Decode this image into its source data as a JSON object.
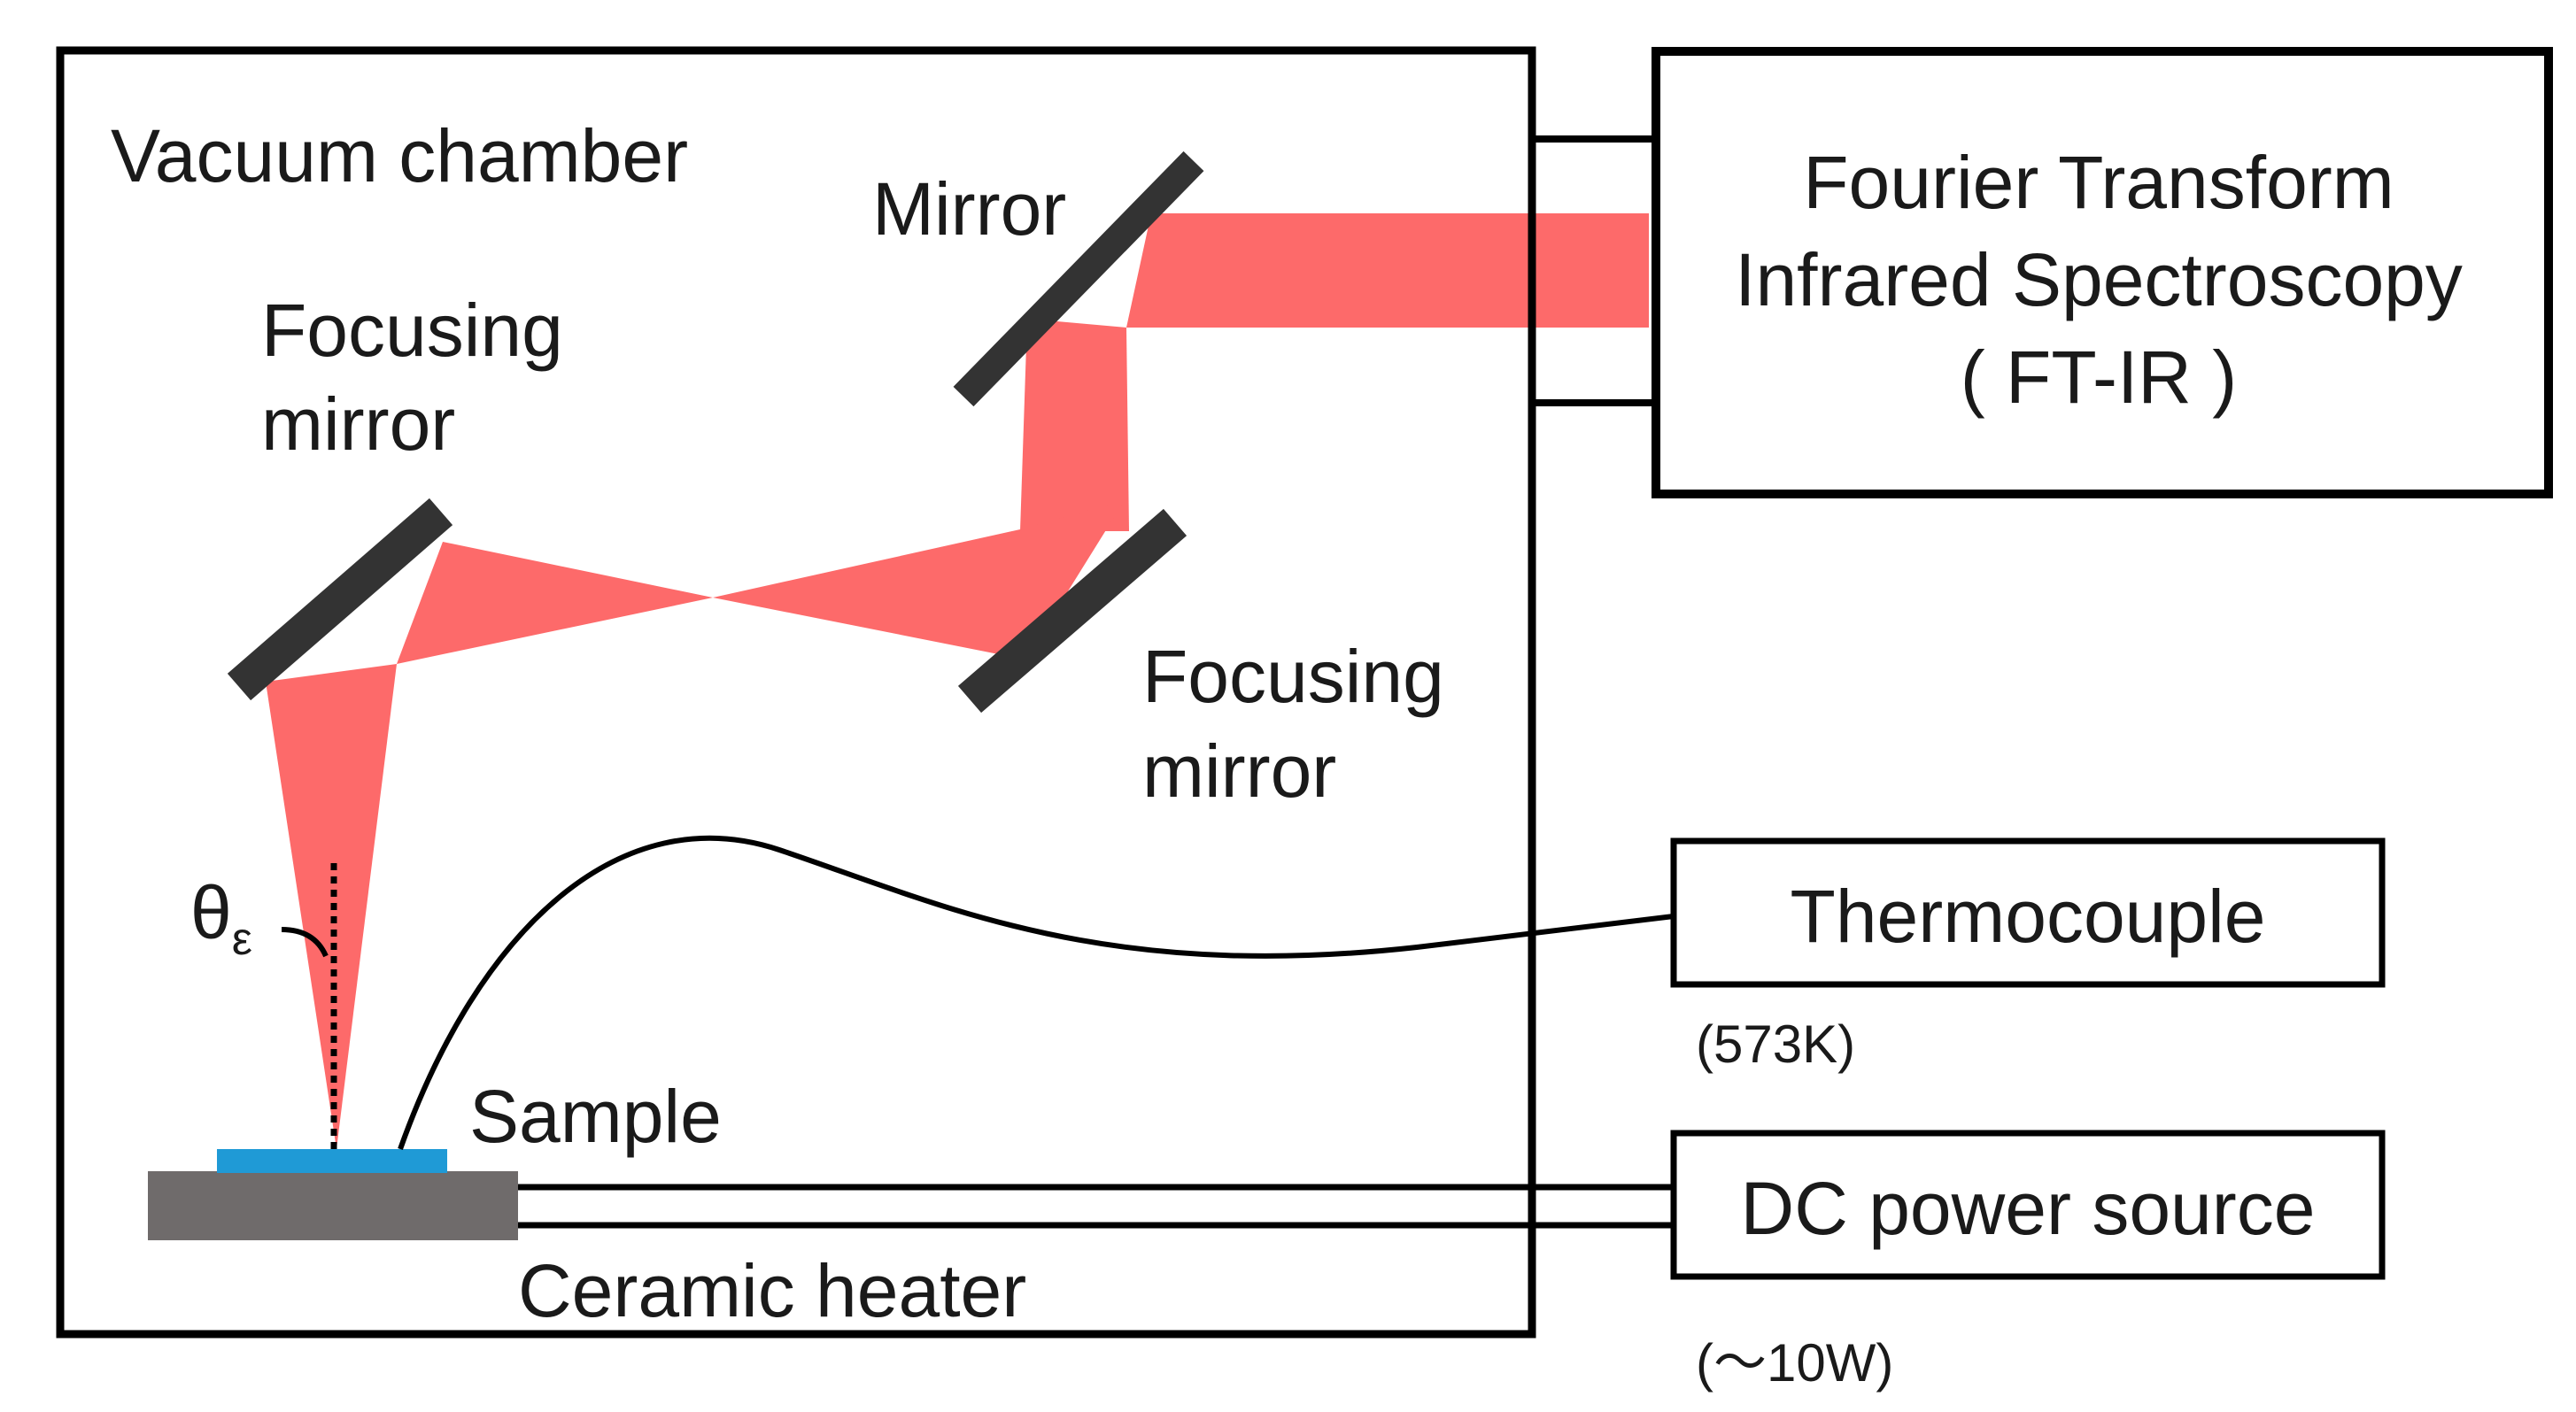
{
  "labels": {
    "vacuum_chamber": "Vacuum chamber",
    "mirror": "Mirror",
    "focusing_mirror_left_line1": "Focusing",
    "focusing_mirror_left_line2": "mirror",
    "focusing_mirror_right_line1": "Focusing",
    "focusing_mirror_right_line2": "mirror",
    "ftir_line1": "Fourier Transform",
    "ftir_line2": "Infrared Spectroscopy",
    "ftir_line3": "( FT-IR )",
    "thermocouple": "Thermocouple",
    "thermocouple_note": "(573K)",
    "dc_power": "DC power source",
    "dc_power_note": "(～10W)",
    "sample": "Sample",
    "ceramic_heater": "Ceramic heater",
    "theta_symbol": "θ",
    "theta_subscript": "ε"
  },
  "colors": {
    "beam": "#fd6a6a",
    "mirror": "#333333",
    "sample": "#1f9ad6",
    "heater": "#6f6b6b",
    "outline": "#000000"
  }
}
